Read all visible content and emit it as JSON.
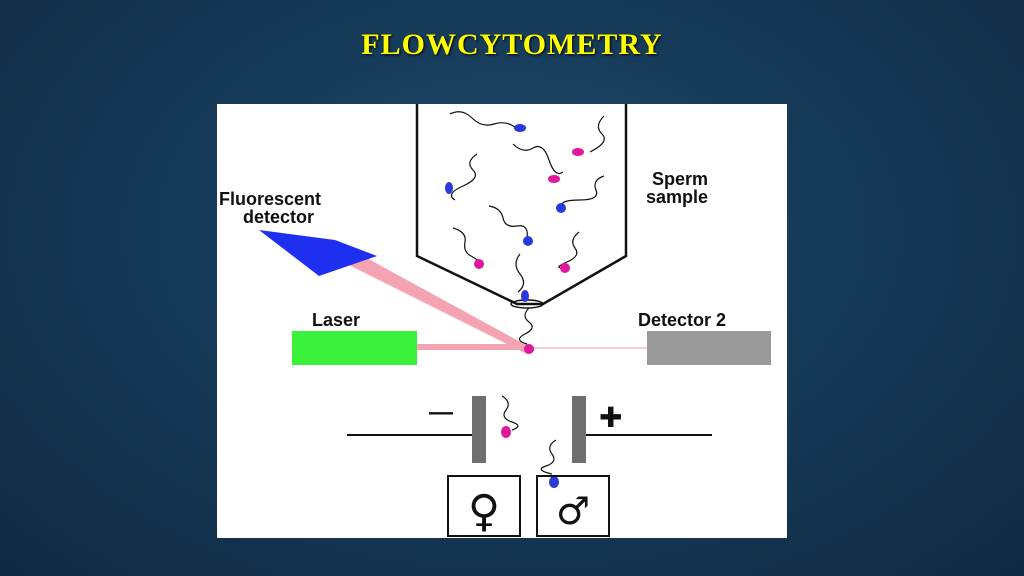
{
  "slide": {
    "title": "FLOWCYTOMETRY"
  },
  "diagram": {
    "labels": {
      "fluorescent_line1": "Fluorescent",
      "fluorescent_line2": "detector",
      "sperm_line1": "Sperm",
      "sperm_line2": "sample",
      "laser": "Laser",
      "detector2": "Detector 2",
      "minus": "—",
      "plus": "✚",
      "female_symbol": "♀",
      "male_symbol": "♂"
    },
    "colors": {
      "detector_box": "#1f2ff0",
      "laser_box": "#3af23a",
      "detector2_box": "#9a9a9a",
      "beam": "#f4a3b3",
      "beam_faint": "#f7cdd6",
      "magenta_cell": "#e0169b",
      "blue_cell": "#2a3ad8",
      "plate": "#6e6e6e"
    }
  }
}
